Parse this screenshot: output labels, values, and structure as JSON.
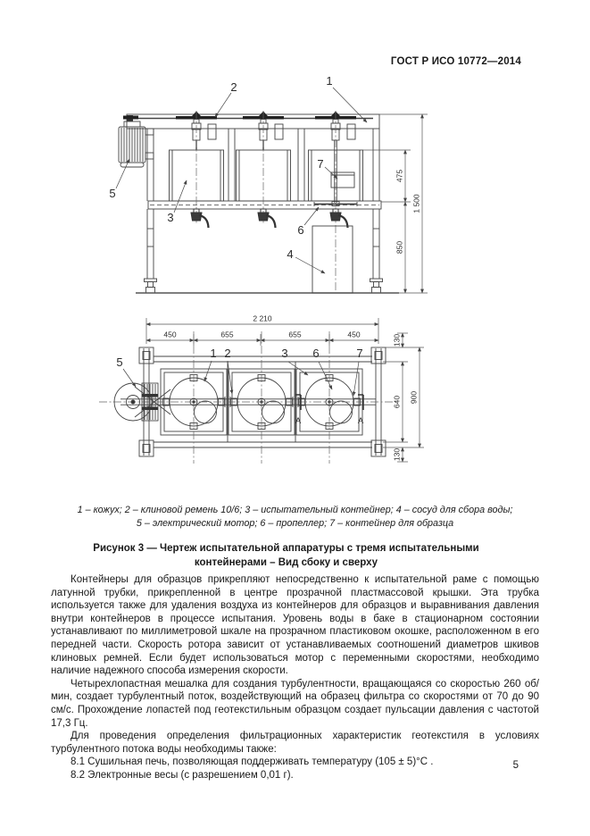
{
  "header": {
    "title": "ГОСТ Р ИСО 10772—2014"
  },
  "figure": {
    "side_view": {
      "part_labels": {
        "casing": "1",
        "belt": "2",
        "container": "3",
        "vessel": "4",
        "motor": "5",
        "propeller": "6",
        "sample": "7"
      },
      "dimensions": {
        "upper": "475",
        "lower": "850",
        "total": "1 500"
      }
    },
    "top_view": {
      "part_labels": {
        "motor": "5",
        "casing": "1",
        "belt": "2",
        "container": "3",
        "propeller": "6",
        "sample": "7"
      },
      "dimensions": {
        "total": "2 210",
        "seg1": "450",
        "seg2": "655",
        "seg3": "655",
        "seg4": "450",
        "top_offset": "130",
        "inner": "640",
        "outer": "900",
        "bottom_offset": "130"
      },
      "section_marker": "A"
    },
    "legend": {
      "line1": "1 – кожух; 2 – клиновой ремень 10/6; 3 – испытательный контейнер; 4 – сосуд для сбора воды;",
      "line2": "5 – электрический мотор; 6 – пропеллер; 7 – контейнер для образца"
    },
    "caption": {
      "line1": "Рисунок 3 — Чертеж испытательной аппаратуры с тремя испытательными",
      "line2": "контейнерами – Вид сбоку и сверху"
    }
  },
  "body": {
    "p1": "Контейнеры для образцов прикрепляют непосредственно к испытательной раме с помощью латунной трубки, прикрепленной в центре прозрачной пластмассовой крышки. Эта трубка используется также для удаления воздуха из контейнеров для образцов и выравнивания давления внутри контейнеров в процессе испытания. Уровень воды в баке в стационарном состоянии устанавливают по миллиметровой шкале на прозрачном пластиковом окошке, расположенном в его передней части. Скорость ротора зависит от устанавливаемых соотношений диаметров шкивов клиновых ремней. Если будет использоваться мотор с переменными скоростями, необходимо наличие надежного способа измерения скорости.",
    "p2": "Четырехлопастная мешалка для создания турбулентности, вращающаяся со скоростью 260 об/мин, создает турбулентный поток, воздействующий на образец фильтра со скоростями от 70 до 90 см/с. Прохождение лопастей под геотекстильным образцом создает пульсации давления  с частотой 17,3 Гц.",
    "p3": "Для проведения определения фильтрационных характеристик геотекстиля в условиях турбулентного потока воды необходимы также:",
    "p4": "8.1 Сушильная печь, позволяющая поддерживать температуру (105 ± 5)°С .",
    "p5": "8.2 Электронные весы (с разрешением 0,01 г)."
  },
  "footer": {
    "page_number": "5"
  }
}
